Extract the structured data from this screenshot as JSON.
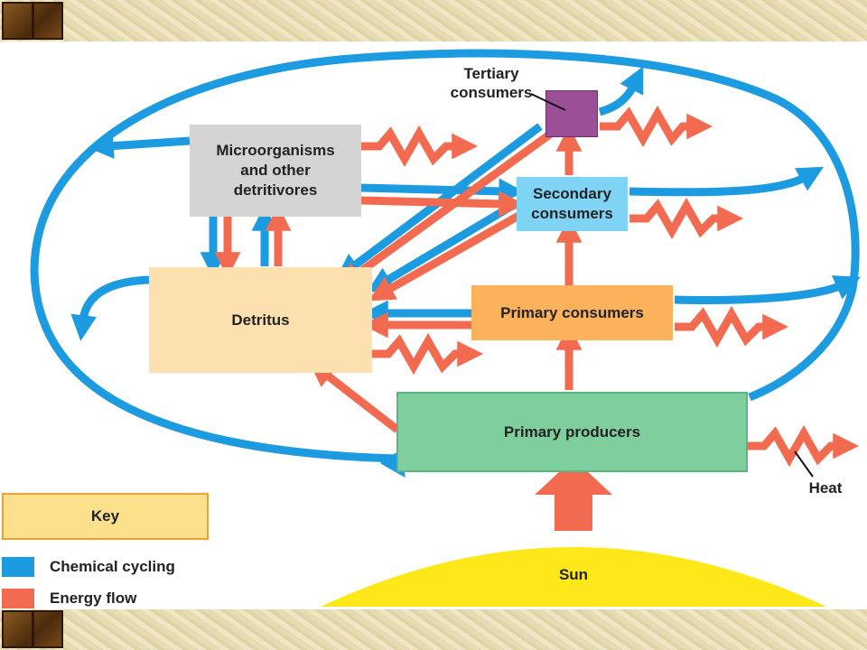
{
  "nodes": {
    "microorganisms": "Microorganisms\nand other\ndetritivores",
    "tertiary": "Tertiary\nconsumers",
    "secondary": "Secondary\nconsumers",
    "detritus": "Detritus",
    "primary_consumers": "Primary consumers",
    "primary_producers": "Primary producers",
    "sun": "Sun",
    "heat": "Heat"
  },
  "key": {
    "title": "Key",
    "items": [
      {
        "label": "Chemical cycling",
        "color": "#1d9be1"
      },
      {
        "label": "Energy flow",
        "color": "#f26a4f"
      }
    ]
  },
  "colors": {
    "chemical": "#1d9be1",
    "energy": "#f26a4f",
    "tertiary_box": "#9b4f96",
    "secondary_box": "#7fd3f5",
    "micro_box": "#d4d4d4",
    "detritus_box": "#fde0b0",
    "primary_consumers_box": "#fbb25a",
    "primary_producers_box": "#7fcf9e",
    "sun": "#ffe81a"
  }
}
